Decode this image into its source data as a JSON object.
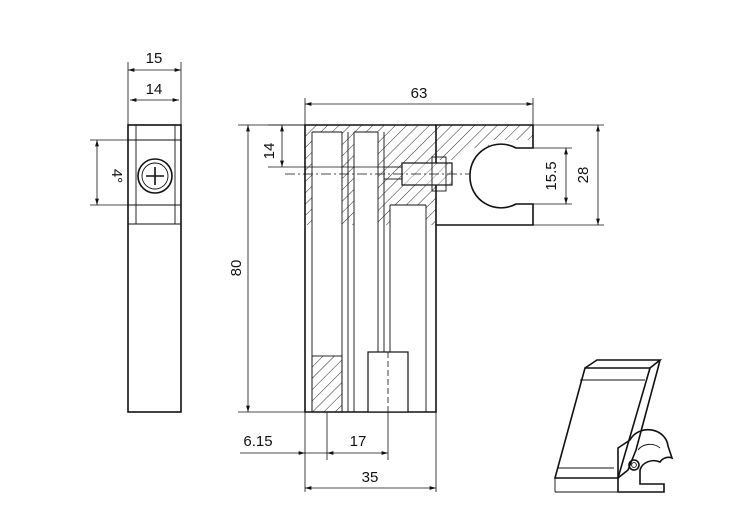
{
  "drawing": {
    "side_view": {
      "width_outer": "15",
      "width_inner": "14",
      "angle": "4°"
    },
    "section_view": {
      "total_width": "63",
      "top_height": "14",
      "total_height": "80",
      "hole_diameter": "15.5",
      "block_height": "28",
      "offset": "6.15",
      "pitch": "17",
      "base_width": "35"
    }
  }
}
